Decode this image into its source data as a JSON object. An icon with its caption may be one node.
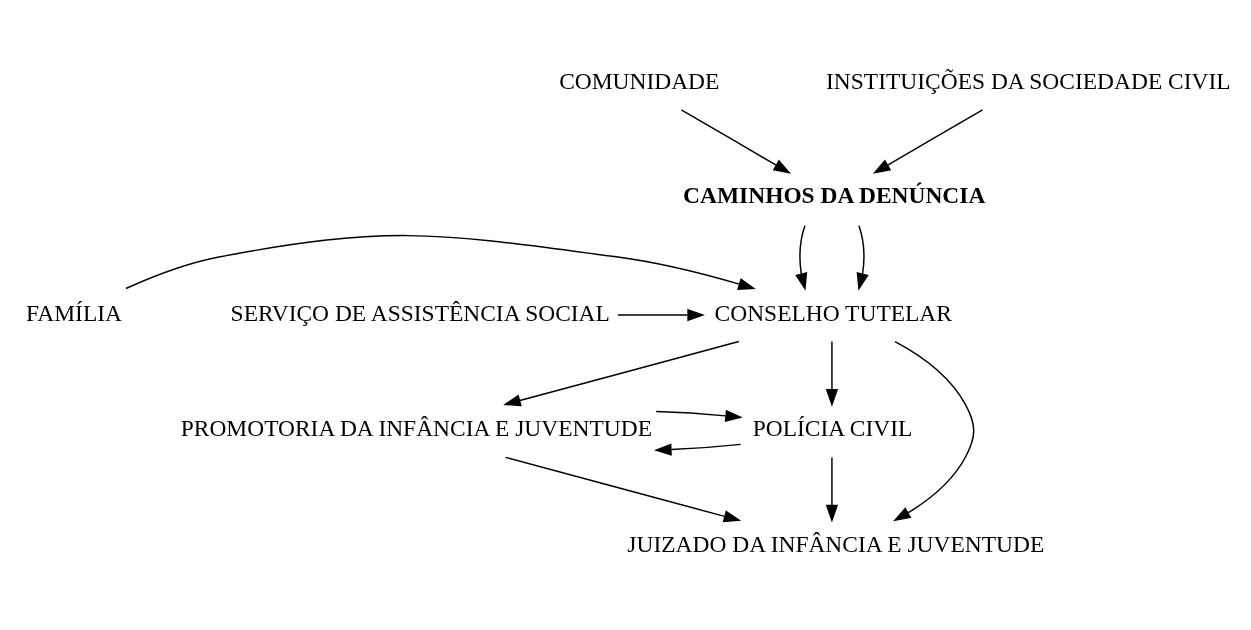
{
  "diagram": {
    "nodes": [
      {
        "text": [
          "COMUNIDADE"
        ]
      },
      {
        "text": [
          "INSTITUIÇÕES DA SOCIEDADE CIVIL"
        ]
      },
      {
        "text": [
          "CAMINHOS DA DENÚNCIA"
        ]
      },
      {
        "text": [
          "CONSELHO TUTELAR"
        ]
      },
      {
        "text": [
          "FAMÍLIA"
        ]
      },
      {
        "text": [
          "SERVIÇO DE ASSISTÊNCIA SOCIAL"
        ]
      },
      {
        "text": [
          "PROMOTORIA DA INFÂNCIA E JUVENTUDE"
        ]
      },
      {
        "text": [
          "POLÍCIA CIVIL"
        ]
      },
      {
        "text": [
          "JUIZADO DA INFÂNCIA E JUVENTUDE"
        ]
      }
    ],
    "edges": [
      {
        "from": 0,
        "to": 2,
        "arrow": "to"
      },
      {
        "from": 1,
        "to": 2,
        "arrow": "to"
      },
      {
        "from": 2,
        "to": 3,
        "arrow": "to"
      },
      {
        "from": 2,
        "to": 3,
        "arrow": "to"
      },
      {
        "from": 4,
        "to": 3,
        "arrow": "to"
      },
      {
        "from": 5,
        "to": 3,
        "arrow": "to"
      },
      {
        "from": 3,
        "to": 6,
        "arrow": "to"
      },
      {
        "from": 3,
        "to": 8,
        "arrow": "to"
      },
      {
        "from": 3,
        "to": 7,
        "arrow": "to"
      },
      {
        "from": 7,
        "to": 6,
        "arrow": "to"
      },
      {
        "from": 6,
        "to": 7,
        "arrow": "to"
      },
      {
        "from": 6,
        "to": 8,
        "arrow": "to"
      },
      {
        "from": 7,
        "to": 8,
        "arrow": "to"
      }
    ]
  }
}
